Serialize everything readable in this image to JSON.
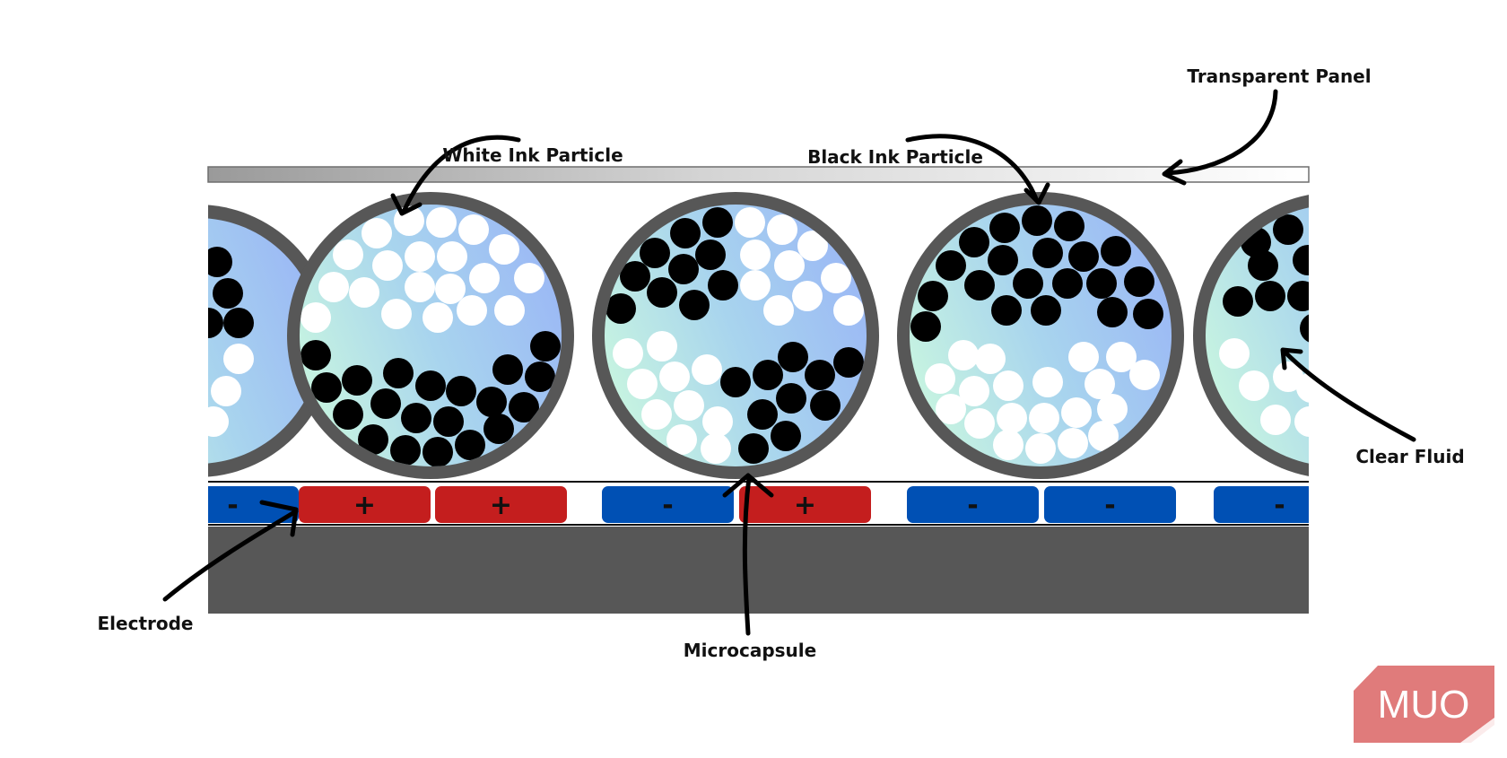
{
  "labels": {
    "transparent_panel": "Transparent Panel",
    "white_ink_particle": "White Ink Particle",
    "black_ink_particle": "Black Ink Particle",
    "clear_fluid": "Clear Fluid",
    "electrode": "Electrode",
    "microcapsule": "Microcapsule"
  },
  "electrodes": [
    "-",
    "+",
    "+",
    "-",
    "+",
    "-",
    "-",
    "-"
  ],
  "logo": {
    "text": "MUO",
    "color": "#e07b7b"
  },
  "colors": {
    "positive_electrode": "#c41e1e",
    "negative_electrode": "#0050b4",
    "capsule_shell": "#555555",
    "substrate": "#575757",
    "white_particle": "#ffffff",
    "black_particle": "#000000",
    "fluid_gradient": [
      "#c8f5e0",
      "#a8d4ee",
      "#9bb8f5"
    ]
  }
}
